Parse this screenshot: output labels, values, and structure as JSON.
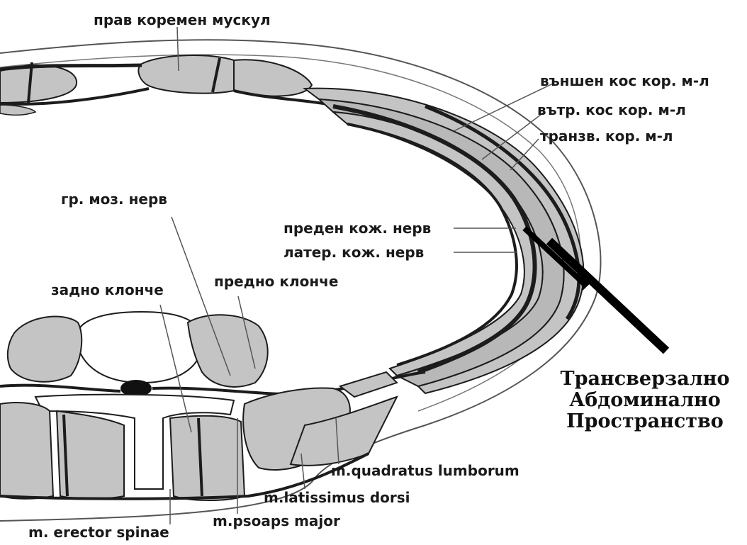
{
  "labels": {
    "rectus": "прав коремен мускул",
    "external_oblique": "външен кос кор. м-л",
    "internal_oblique": "вътр. кос кор. м-л",
    "transversus": "транзв. кор. м-л",
    "spinal_nerve": "гр. моз. нерв",
    "anterior_cutaneous": "преден кож. нерв",
    "lateral_cutaneous": "латер. кож. нерв",
    "posterior_ramus": "задно клонче",
    "anterior_ramus": "предно клонче",
    "quadratus": "m.quadratus lumborum",
    "latissimus": "m.latissimus dorsi",
    "psoas": "m.psoaps major",
    "erector": "m. erector spinae"
  },
  "tap": {
    "line1": "Трансверзално",
    "line2": "Абдоминално",
    "line3": "Пространство"
  },
  "colors": {
    "muscle": "#c4c4c4",
    "fascia": "#1c1c1c",
    "background": "#ffffff"
  }
}
